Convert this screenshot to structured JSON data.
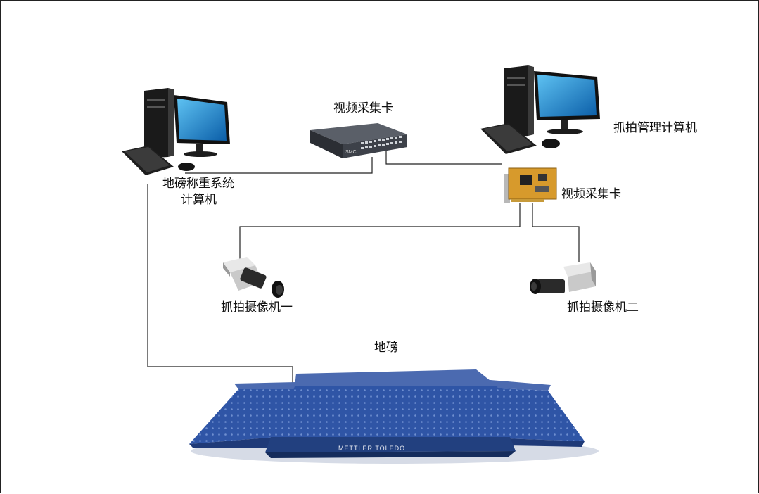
{
  "labels": {
    "left_computer_line1": "地磅称重系统",
    "left_computer_line2": "计算机",
    "switch": "视频采集卡",
    "right_computer": "抓拍管理计算机",
    "capture_card": "视频采集卡",
    "camera1": "抓拍摄像机一",
    "camera2": "抓拍摄像机二",
    "scale": "地磅",
    "scale_brand": "METTLER TOLEDO",
    "switch_brand": "SMC"
  },
  "colors": {
    "line": "#222222",
    "monitor_screen": "#1f7fc8",
    "tower": "#1b1b1b",
    "scale_blue": "#2a4c9a",
    "card_pcb": "#d79a2c",
    "camera_body": "#d8d8d8"
  }
}
